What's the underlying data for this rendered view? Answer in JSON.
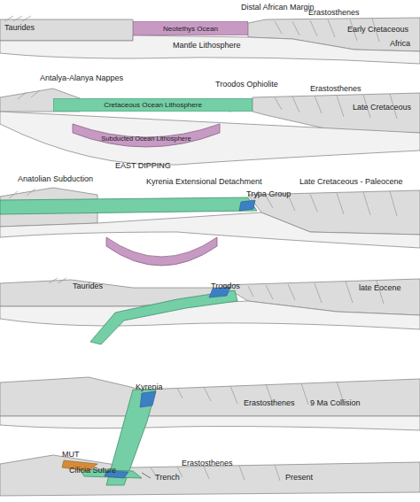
{
  "diagram": {
    "nodes": [
      {
        "text": [
          "Neotethys Ocean"
        ]
      },
      {
        "text": [
          "Cretaceous Ocean Lithosphere"
        ]
      },
      {
        "text": [
          "Subducted Ocean Lithosphere"
        ]
      }
    ],
    "labels": [
      "Taurides",
      "Distal African Margin",
      "Erastosthenes",
      "Early Cretaceous",
      "Africa",
      "Mantle Lithosphere",
      "Antalya-Alanya Nappes",
      "Troodos Ophiolite",
      "Erastosthenes",
      "Late Cretaceous",
      "EAST DIPPING",
      "Anatolian Subduction",
      "Kyrenia Extensional Detachment",
      "Trypa Group",
      "Late Cretaceous - Paleocene",
      "Taurides",
      "Troodos",
      "late Eocene",
      "Kyrenia",
      "Erastosthenes",
      "9 Ma Collision",
      "MUT",
      "Cilicia Suture",
      "Trench",
      "Erastosthenes",
      "Present"
    ]
  }
}
